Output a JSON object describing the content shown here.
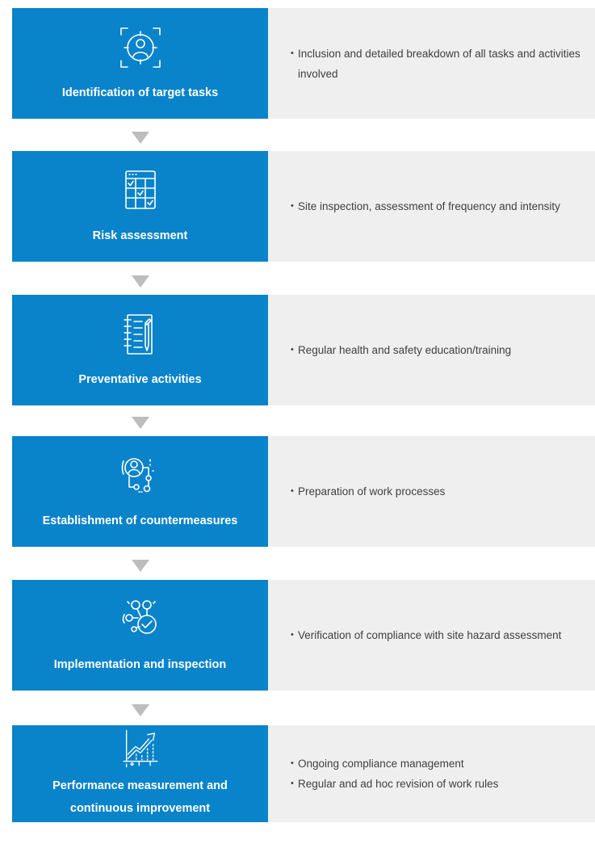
{
  "steps": [
    {
      "icon": "target-person-icon",
      "title": "Identification of target tasks",
      "bullets": [
        "Inclusion and detailed breakdown of all tasks and activities involved"
      ]
    },
    {
      "icon": "checklist-table-icon",
      "title": "Risk assessment",
      "bullets": [
        "Site inspection, assessment of frequency and intensity"
      ]
    },
    {
      "icon": "notebook-pen-icon",
      "title": "Preventative activities",
      "bullets": [
        "Regular health and safety education/training"
      ]
    },
    {
      "icon": "person-network-icon",
      "title": "Establishment of countermeasures",
      "bullets": [
        "Preparation of work processes"
      ]
    },
    {
      "icon": "network-check-icon",
      "title": "Implementation and inspection",
      "bullets": [
        "Verification of compliance with site hazard assessment"
      ]
    },
    {
      "icon": "growth-chart-icon",
      "title": "Performance measurement and continuous improvement",
      "bullets": [
        "Ongoing compliance management",
        "Regular and ad hoc revision of work rules"
      ]
    }
  ],
  "colors": {
    "step_fill": "#0983c9",
    "detail_fill": "#efefef",
    "arrow": "#bdbdbd",
    "text": "#3f3f3f"
  }
}
